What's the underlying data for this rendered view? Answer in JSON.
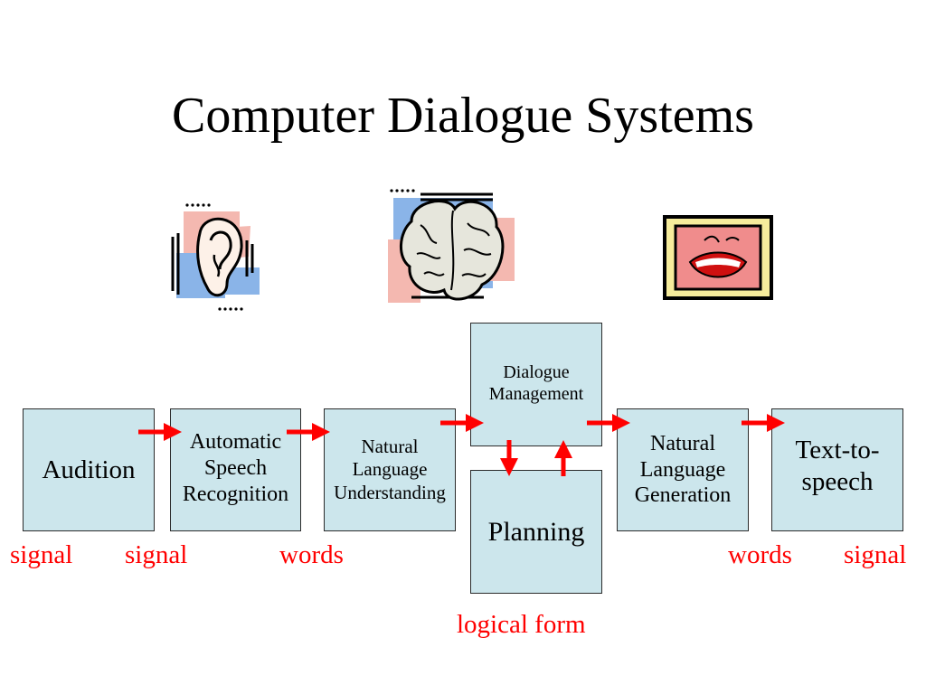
{
  "title": "Computer Dialogue Systems",
  "boxes": {
    "audition": "Audition",
    "asr": "Automatic\nSpeech\nRecognition",
    "nlu": "Natural\nLanguage\nUnderstanding",
    "dm": "Dialogue\nManagement",
    "planning": "Planning",
    "nlg": "Natural\nLanguage\nGeneration",
    "tts": "Text-to-\nspeech"
  },
  "labels": {
    "signal1": "signal",
    "signal2": "signal",
    "words1": "words",
    "words2": "words",
    "signal3": "signal",
    "logical_form": "logical form"
  },
  "colors": {
    "box_fill": "#cce6ec",
    "arrow": "#ff0000",
    "label": "#ff0000"
  },
  "icons": [
    "ear-icon",
    "brain-icon",
    "mouth-icon"
  ]
}
